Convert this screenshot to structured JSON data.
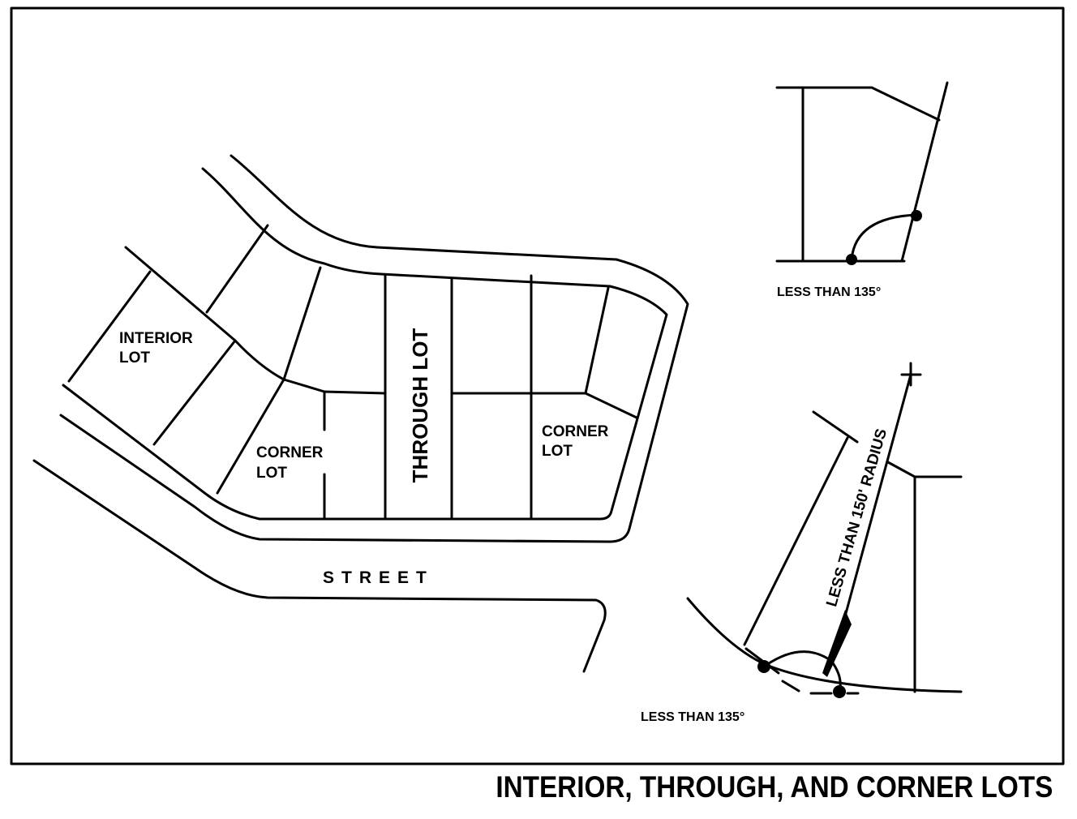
{
  "title": "INTERIOR, THROUGH, AND CORNER LOTS",
  "labels": {
    "interior_lot_1": "INTERIOR",
    "interior_lot_2": "LOT",
    "corner_lot_left_1": "CORNER",
    "corner_lot_left_2": "LOT",
    "through_lot": "THROUGH LOT",
    "corner_lot_right_1": "CORNER",
    "corner_lot_right_2": "LOT",
    "street": "STREET",
    "angle_top": "LESS THAN 135°",
    "angle_bottom": "LESS THAN 135°",
    "radius": "LESS THAN 150' RADIUS"
  }
}
